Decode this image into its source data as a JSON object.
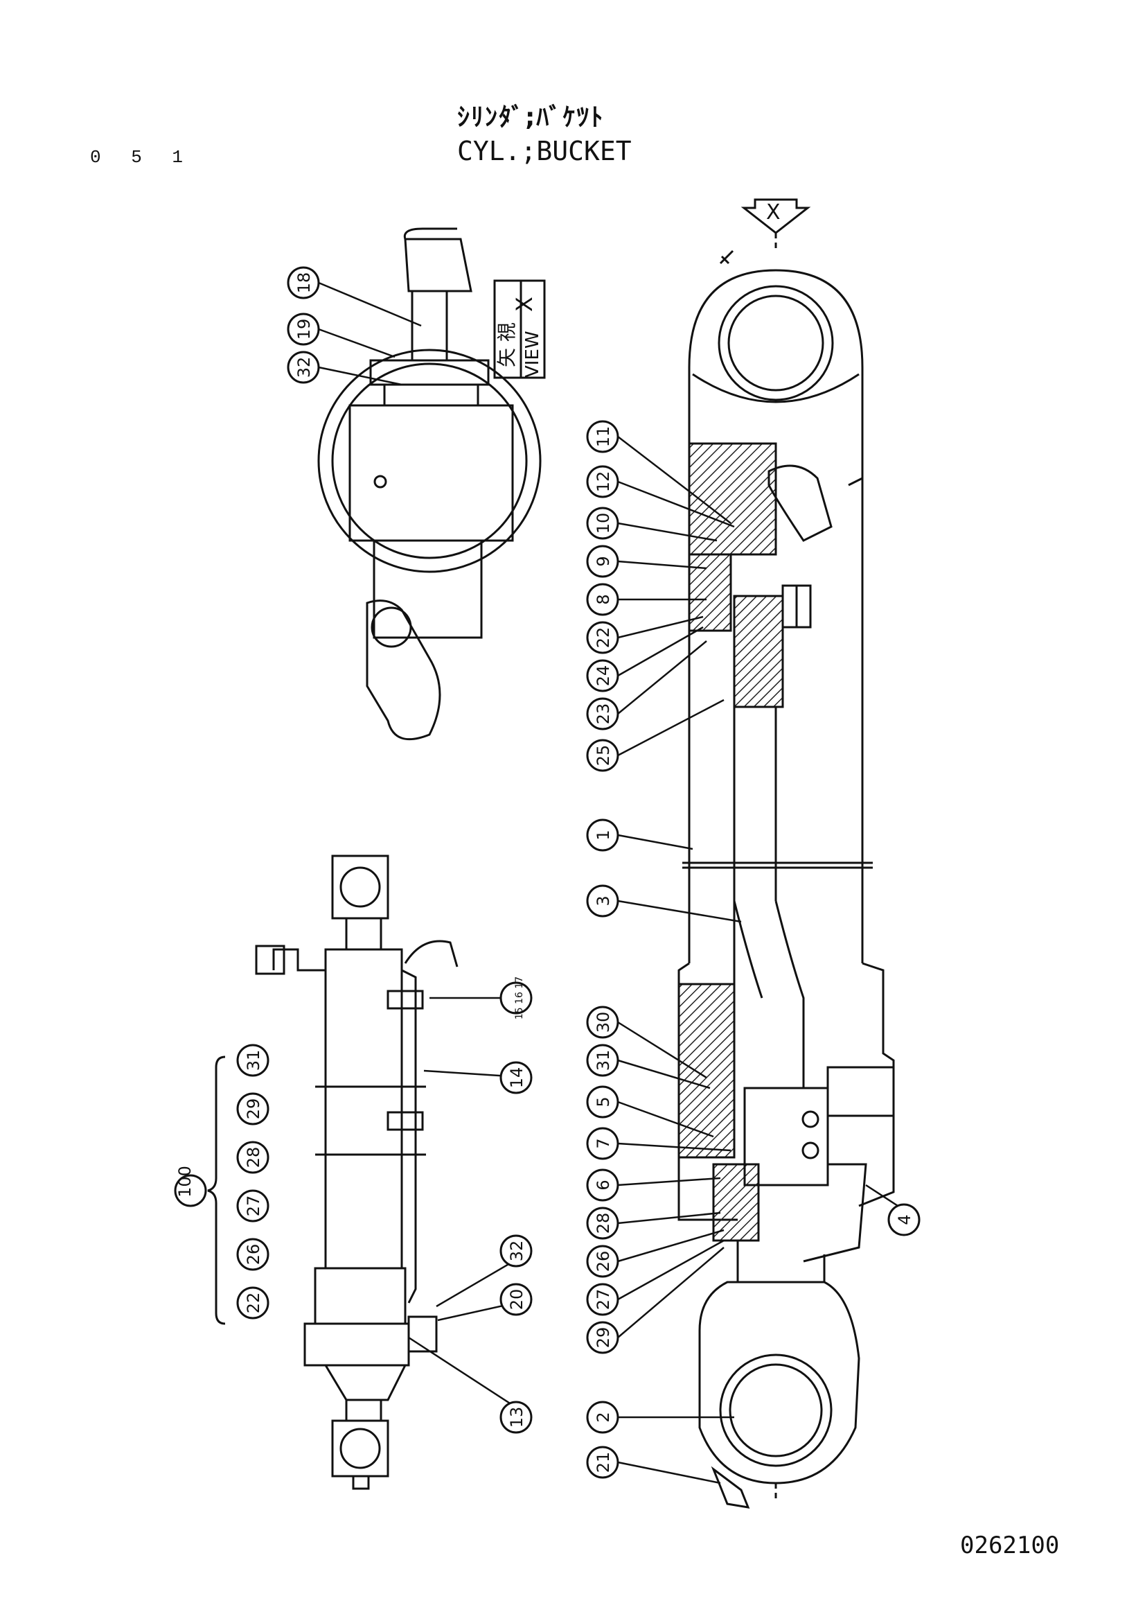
{
  "page_number": "0 5 1",
  "title_jp": "ｼﾘﾝﾀﾞ;ﾊﾞｹﾂﾄ",
  "title_en": "CYL.;BUCKET",
  "drawing_code": "0262100",
  "view_label": {
    "jp": "矢 視",
    "en": "VIEW",
    "letter": "X"
  },
  "arrow_letter": "X",
  "callouts_main": [
    "11",
    "12",
    "10",
    "9",
    "8",
    "22",
    "24",
    "23",
    "25",
    "1",
    "3",
    "30",
    "31",
    "5",
    "7",
    "6",
    "28",
    "26",
    "27",
    "29",
    "4",
    "2",
    "21"
  ],
  "callouts_view": [
    "18",
    "19",
    "32"
  ],
  "callouts_side": [
    "15 16 17",
    "14",
    "32",
    "20",
    "13"
  ],
  "kit": {
    "label": "100",
    "items": [
      "22",
      "26",
      "27",
      "28",
      "29",
      "31"
    ]
  }
}
